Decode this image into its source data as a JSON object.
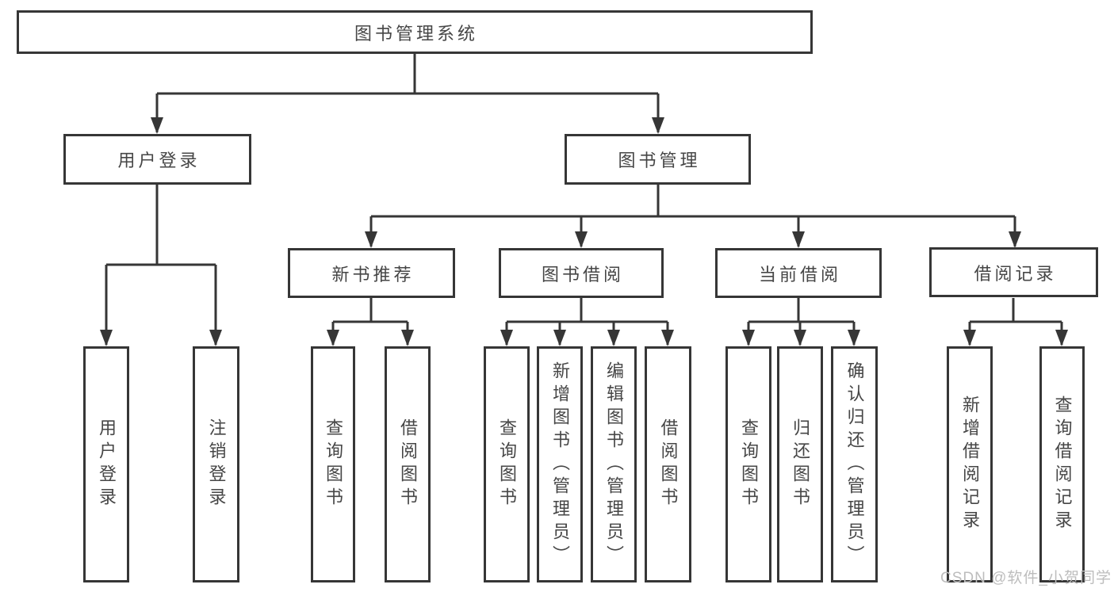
{
  "diagram": {
    "root": {
      "label": "图书管理系统"
    },
    "branches": [
      {
        "label": "用户登录",
        "children": [
          {
            "label": "用户登录"
          },
          {
            "label": "注销登录"
          }
        ]
      },
      {
        "label": "图书管理",
        "children": [
          {
            "label": "新书推荐",
            "children": [
              {
                "label": "查询图书"
              },
              {
                "label": "借阅图书"
              }
            ]
          },
          {
            "label": "图书借阅",
            "children": [
              {
                "label": "查询图书"
              },
              {
                "label": "新增图书（管理员）"
              },
              {
                "label": "编辑图书（管理员）"
              },
              {
                "label": "借阅图书"
              }
            ]
          },
          {
            "label": "当前借阅",
            "children": [
              {
                "label": "查询图书"
              },
              {
                "label": "归还图书"
              },
              {
                "label": "确认归还（管理员）"
              }
            ]
          },
          {
            "label": "借阅记录",
            "children": [
              {
                "label": "新增借阅记录"
              },
              {
                "label": "查询借阅记录"
              }
            ]
          }
        ]
      }
    ]
  },
  "watermark": {
    "text": "CSDN @软件_小贺同学"
  },
  "colors": {
    "line": "#363636",
    "box_border": "#363636",
    "text": "#464646",
    "watermark": "#bdbdbd",
    "background": "#ffffff"
  }
}
